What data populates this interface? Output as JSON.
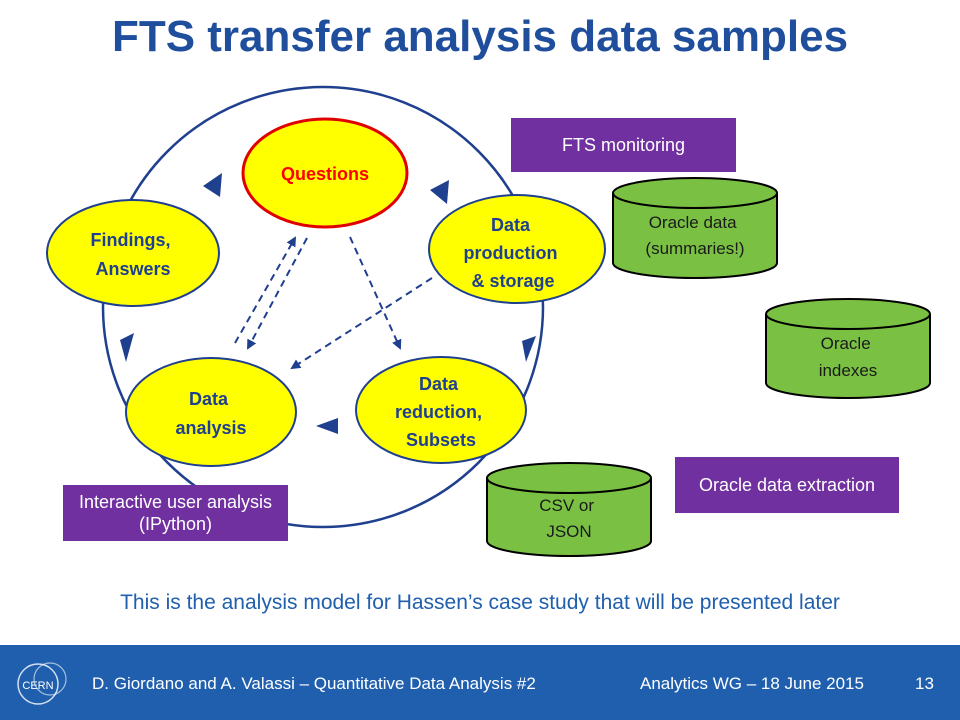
{
  "title": "FTS transfer analysis data samples",
  "diagram": {
    "nodes": {
      "questions": "Questions",
      "data_production": [
        "Data",
        "production",
        "& storage"
      ],
      "data_reduction": [
        "Data",
        "reduction,",
        "Subsets"
      ],
      "data_analysis": [
        "Data",
        "analysis"
      ],
      "findings": [
        "Findings,",
        "Answers"
      ]
    },
    "cylinders": {
      "oracle_data": [
        "Oracle data",
        "(summaries!)"
      ],
      "oracle_indexes": [
        "Oracle",
        "indexes"
      ],
      "csv_json": [
        "CSV or",
        "JSON"
      ]
    },
    "labels": {
      "fts_monitoring": "FTS monitoring",
      "oracle_extraction": "Oracle data extraction",
      "interactive_analysis": "Interactive user analysis (IPython)"
    },
    "colors": {
      "node_fill": "#ffff00",
      "node_stroke": "#1f3f8f",
      "questions_stroke": "#e00000",
      "questions_text": "#ff0000",
      "node_text": "#1f3f8f",
      "cylinder_fill": "#7ac143",
      "label_bg": "#7030a0"
    }
  },
  "caption": "This is the analysis model for Hassen’s case study that will be presented later",
  "footer": {
    "authors": "D. Giordano and A. Valassi – Quantitative Data Analysis #2",
    "event": "Analytics WG – 18 June 2015",
    "page": "13",
    "logo_text": "CERN"
  }
}
